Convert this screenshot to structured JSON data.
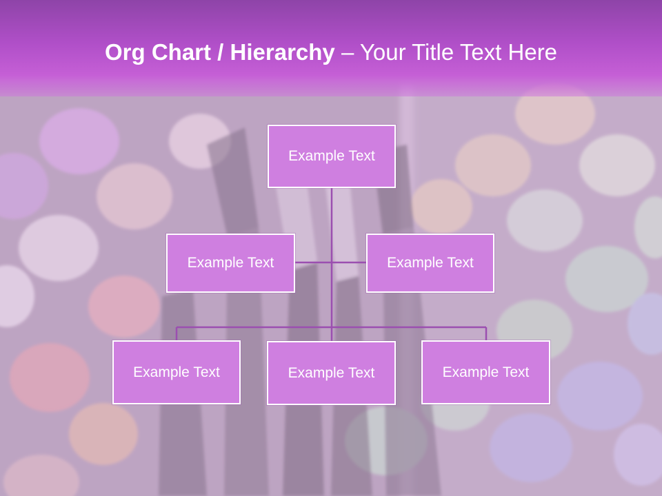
{
  "title": {
    "bold_part": "Org Chart / Hierarchy",
    "dash": " – ",
    "light_part": "Your Title Text Here"
  },
  "org_chart": {
    "top": {
      "label": "Example Text"
    },
    "assistants": [
      {
        "label": "Example Text"
      },
      {
        "label": "Example Text"
      }
    ],
    "subordinates": [
      {
        "label": "Example Text"
      },
      {
        "label": "Example Text"
      },
      {
        "label": "Example Text"
      }
    ]
  },
  "colors": {
    "title_band": "#b04fc8",
    "box_fill": "#cf7fe0",
    "box_border": "#ffffff",
    "connector": "#9b4fb0"
  }
}
